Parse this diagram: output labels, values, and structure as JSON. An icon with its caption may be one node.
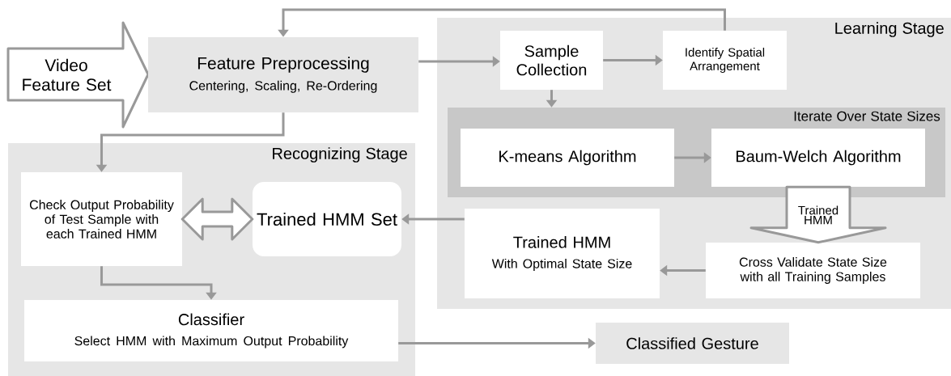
{
  "diagram": {
    "nodes": [
      {
        "text": [
          "Learning Stage"
        ]
      },
      {
        "text": [
          "Iterate Over State Sizes"
        ],
        "in": 0
      },
      {
        "text": [
          "Recognizing Stage"
        ]
      },
      {
        "text": [
          "Video Feature Set"
        ]
      },
      {
        "text": [
          "Feature Preprocessing",
          "Centering, Scaling, Re-Ordering"
        ]
      },
      {
        "text": [
          "Sample Collection"
        ],
        "in": 0
      },
      {
        "text": [
          "Identify Spatial Arrangement"
        ],
        "in": 0
      },
      {
        "text": [
          "K-means Algorithm"
        ],
        "in": 1
      },
      {
        "text": [
          "Baum-Welch Algorithm"
        ],
        "in": 1
      },
      {
        "text": [
          "Trained HMM",
          "With Optimal State Size"
        ],
        "in": 0
      },
      {
        "text": [
          "Cross Validate State Size with all Training Samples"
        ],
        "in": 0
      },
      {
        "text": [
          "Check Output Probability of Test Sample with each Trained HMM"
        ],
        "in": 2
      },
      {
        "text": [
          "Trained HMM Set"
        ],
        "in": 2
      },
      {
        "text": [
          "Classifier",
          "Select HMM with Maximum Output Probability"
        ],
        "in": 2
      },
      {
        "text": [
          "Classified Gesture"
        ]
      }
    ],
    "edges": [
      {
        "from": 4,
        "to": 5,
        "arrow": "to"
      },
      {
        "from": 5,
        "to": 6,
        "arrow": "to"
      },
      {
        "from": 6,
        "to": 4,
        "arrow": "to"
      },
      {
        "from": 5,
        "to": 1,
        "arrow": "to"
      },
      {
        "from": 7,
        "to": 8,
        "arrow": "to"
      },
      {
        "from": 8,
        "to": 10,
        "arrow": "to",
        "label": "Trained HMM",
        "style": "thick"
      },
      {
        "from": 10,
        "to": 9,
        "arrow": "to"
      },
      {
        "from": 9,
        "to": 12,
        "arrow": "to"
      },
      {
        "from": 4,
        "to": 11,
        "arrow": "to"
      },
      {
        "from": 11,
        "to": 12,
        "arrow": "both",
        "style": "thick"
      },
      {
        "from": 11,
        "to": 13,
        "arrow": "to"
      },
      {
        "from": 13,
        "to": 14,
        "arrow": "to"
      }
    ]
  }
}
